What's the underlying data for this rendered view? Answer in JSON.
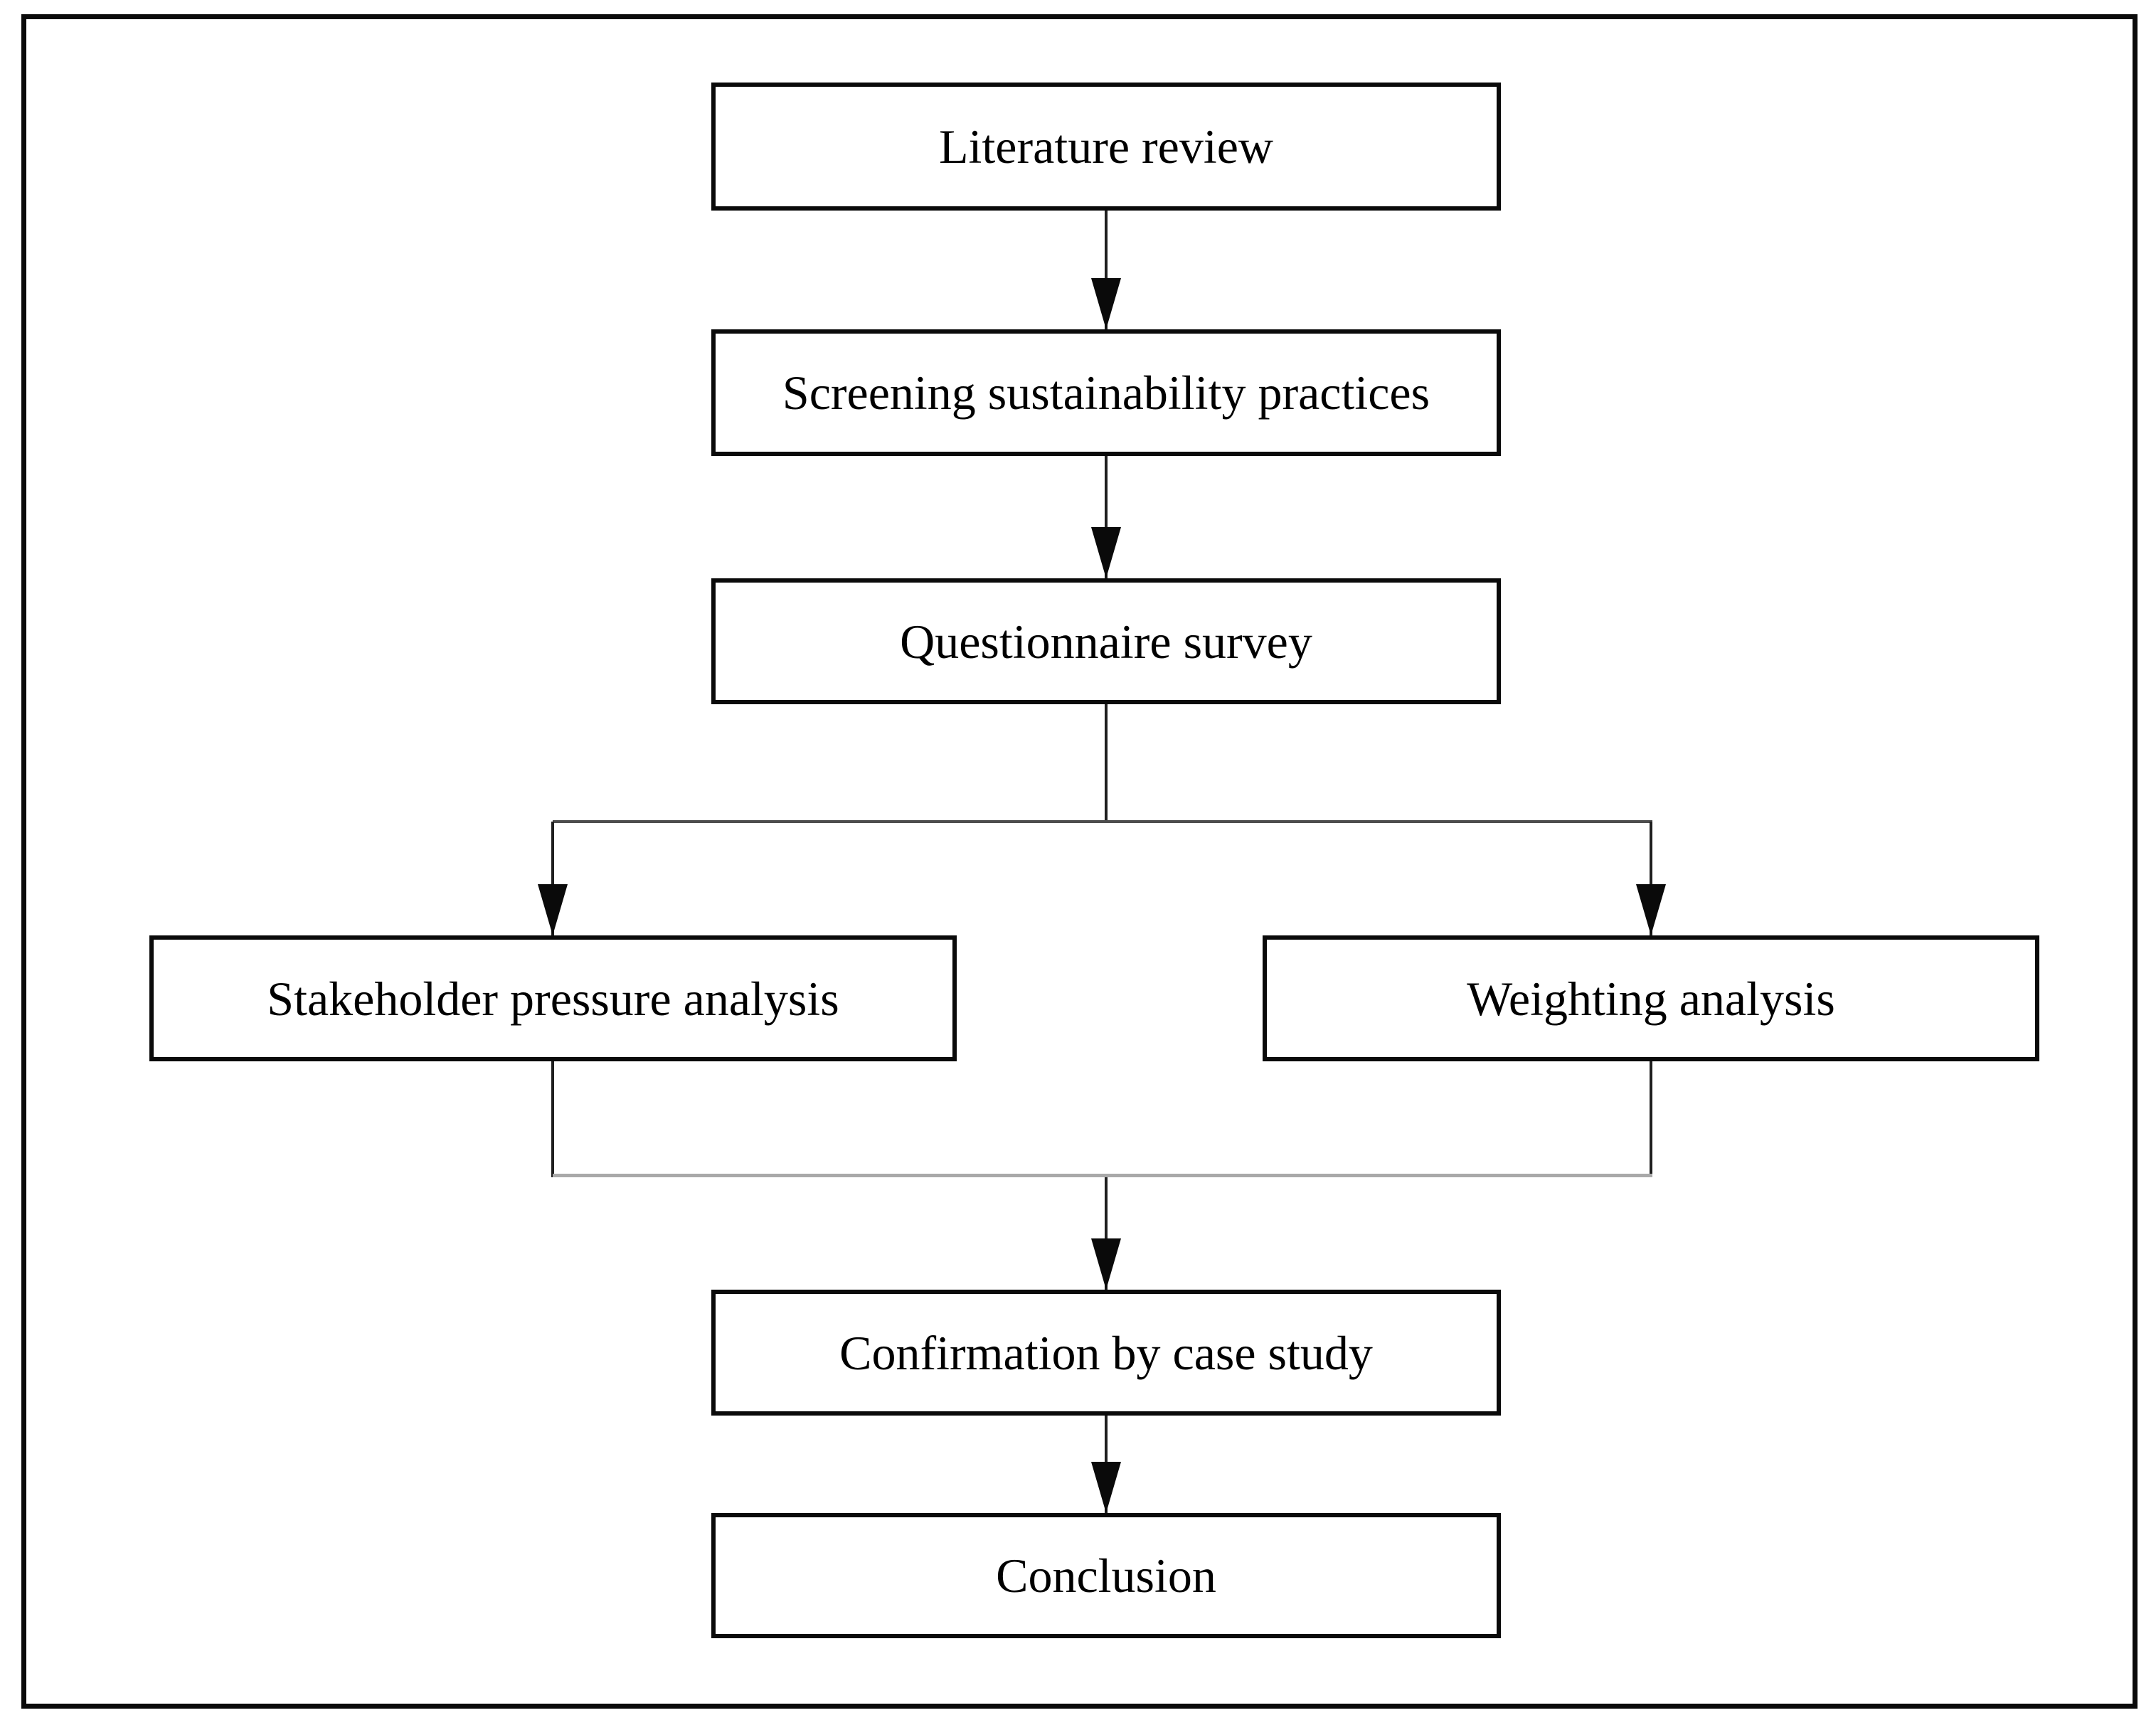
{
  "flowchart": {
    "nodes": [
      {
        "id": "literature-review",
        "label": "Literature review"
      },
      {
        "id": "screening-sustainability-practices",
        "label": "Screening sustainability practices"
      },
      {
        "id": "questionnaire-survey",
        "label": "Questionnaire survey"
      },
      {
        "id": "stakeholder-pressure-analysis",
        "label": "Stakeholder pressure analysis"
      },
      {
        "id": "weighting-analysis",
        "label": "Weighting analysis"
      },
      {
        "id": "confirmation-by-case-study",
        "label": "Confirmation by case study"
      },
      {
        "id": "conclusion",
        "label": "Conclusion"
      }
    ],
    "edges": [
      {
        "from": "literature-review",
        "to": "screening-sustainability-practices",
        "arrow": true
      },
      {
        "from": "screening-sustainability-practices",
        "to": "questionnaire-survey",
        "arrow": true
      },
      {
        "from": "questionnaire-survey",
        "to": "stakeholder-pressure-analysis",
        "arrow": true
      },
      {
        "from": "questionnaire-survey",
        "to": "weighting-analysis",
        "arrow": true
      },
      {
        "from": "stakeholder-pressure-analysis",
        "to": "confirmation-by-case-study",
        "arrow": true
      },
      {
        "from": "weighting-analysis",
        "to": "confirmation-by-case-study",
        "arrow": true
      },
      {
        "from": "confirmation-by-case-study",
        "to": "conclusion",
        "arrow": true
      }
    ],
    "colors": {
      "background": "#ffffff",
      "box_fill": "#ffffff",
      "box_border": "#0a0a0a",
      "frame_border": "#0a0a0a",
      "connector": "#1f1f1f",
      "split_line": "#4d4d4d",
      "merge_line": "#a9a9a9",
      "text": "#000000"
    }
  }
}
